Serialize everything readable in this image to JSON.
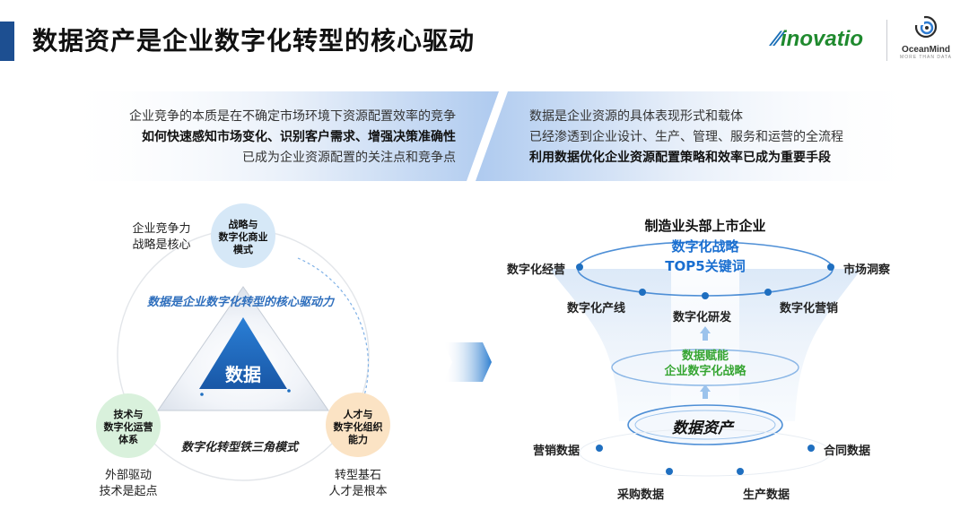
{
  "header": {
    "title": "数据资产是企业数字化转型的核心驱动",
    "logo_inovatio": "inovatio",
    "logo_oceanmind": "OceanMind",
    "logo_oceanmind_sub": "MORE THAN DATA"
  },
  "banner": {
    "left": {
      "line1": "企业竞争的本质是在不确定市场环境下资源配置效率的竞争",
      "line2": "如何快速感知市场变化、识别客户需求、增强决策准确性",
      "line3": "已成为企业资源配置的关注点和竞争点"
    },
    "right": {
      "line1": "数据是企业资源的具体表现形式和载体",
      "line2": "已经渗透到企业设计、生产、管理、服务和运营的全流程",
      "line3": "利用数据优化企业资源配置策略和效率已成为重要手段"
    }
  },
  "triangle": {
    "center": "数据",
    "top_node": [
      "战略与",
      "数字化商业",
      "模式"
    ],
    "left_node": [
      "技术与",
      "数字化运营",
      "体系"
    ],
    "right_node": [
      "人才与",
      "数字化组织",
      "能力"
    ],
    "top_side": [
      "企业竞争力",
      "战略是核心"
    ],
    "left_side": [
      "外部驱动",
      "技术是起点"
    ],
    "right_side": [
      "转型基石",
      "人才是根本"
    ],
    "upper_caption": "数据是企业数字化转型的核心驱动力",
    "lower_caption": "数字化转型铁三角模式"
  },
  "funnel": {
    "title": "制造业头部上市企业",
    "subtitle1": "数字化战略",
    "subtitle2": "TOP5关键词",
    "keywords_top": [
      "数字化经营",
      "市场洞察",
      "数字化产线",
      "数字化研发",
      "数字化营销"
    ],
    "enable1": "数据赋能",
    "enable2": "企业数字化战略",
    "asset": "数据资产",
    "sources": [
      "营销数据",
      "合同数据",
      "采购数据",
      "生产数据"
    ]
  },
  "colors": {
    "accent": "#1d4f91",
    "triangle_blue": "#1f6fc0",
    "keyword_dot": "#1f6fc0",
    "highlight_blue": "#1a6fd0",
    "highlight_green": "#36a532",
    "orange_node": "#fbe3c4",
    "green_node": "#d9f1dc",
    "blue_node": "#d6e8f7"
  }
}
